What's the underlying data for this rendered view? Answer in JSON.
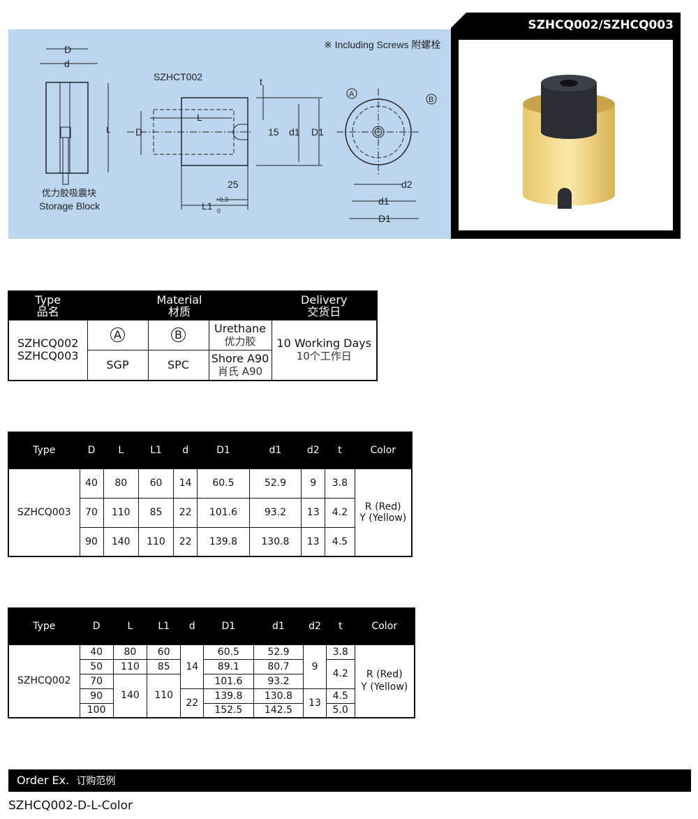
{
  "drawing": {
    "note": "※ Including Screws 附螺栓",
    "dim_D": "D",
    "dim_d": "d",
    "dim_L": "L",
    "storage_cn": "优力胶吸震块",
    "storage_en": "Storage Block",
    "part_label": "SZHCT002",
    "dim_t": "t",
    "dim_15": "15",
    "dim_d1": "d1",
    "dim_D1": "D1",
    "dim_25": "25",
    "dim_L1": "L1",
    "tol_plus": "+0.3",
    "tol_zero": "0",
    "callout_a": "A",
    "callout_b": "B",
    "dim_d2": "d2"
  },
  "photo": {
    "title": "SZHCQ002/SZHCQ003"
  },
  "material_table": {
    "h_type": "Type",
    "h_type_cn": "品名",
    "h_material": "Material",
    "h_material_cn": "材质",
    "h_delivery": "Delivery",
    "h_delivery_cn": "交货日",
    "type1": "SZHCQ002",
    "type2": "SZHCQ003",
    "a": "A",
    "b": "B",
    "urethane": "Urethane",
    "urethane_cn": "优力胶",
    "sgp": "SGP",
    "spc": "SPC",
    "shore": "Shore A90",
    "shore_cn": "肖氏 A90",
    "delivery": "10 Working Days",
    "delivery_cn": "10个工作日"
  },
  "headers": [
    "Type",
    "D",
    "L",
    "L1",
    "d",
    "D1",
    "d1",
    "d2",
    "t",
    "Color"
  ],
  "szhcq003": {
    "type": "SZHCQ003",
    "color1": "R (Red)",
    "color2": "Y (Yellow)",
    "rows": [
      [
        "40",
        "80",
        "60",
        "14",
        "60.5",
        "52.9",
        "9",
        "3.8"
      ],
      [
        "70",
        "110",
        "85",
        "22",
        "101.6",
        "93.2",
        "13",
        "4.2"
      ],
      [
        "90",
        "140",
        "110",
        "22",
        "139.8",
        "130.8",
        "13",
        "4.5"
      ]
    ]
  },
  "szhcq002": {
    "type": "SZHCQ002",
    "color1": "R (Red)",
    "color2": "Y (Yellow)",
    "D": [
      "40",
      "50",
      "70",
      "90",
      "100"
    ],
    "L": [
      "80",
      "110",
      "140"
    ],
    "L1": [
      "60",
      "85",
      "110"
    ],
    "d": [
      "14",
      "22"
    ],
    "D1": [
      "60.5",
      "89.1",
      "101.6",
      "139.8",
      "152.5"
    ],
    "d1": [
      "52.9",
      "80.7",
      "93.2",
      "130.8",
      "142.5"
    ],
    "d2": [
      "9",
      "13"
    ],
    "t": [
      "3.8",
      "4.2",
      "4.5",
      "5.0"
    ]
  },
  "order": {
    "title": "Order Ex.",
    "title_cn": "订购范例",
    "example": "SZHCQ002-D-L-Color"
  }
}
